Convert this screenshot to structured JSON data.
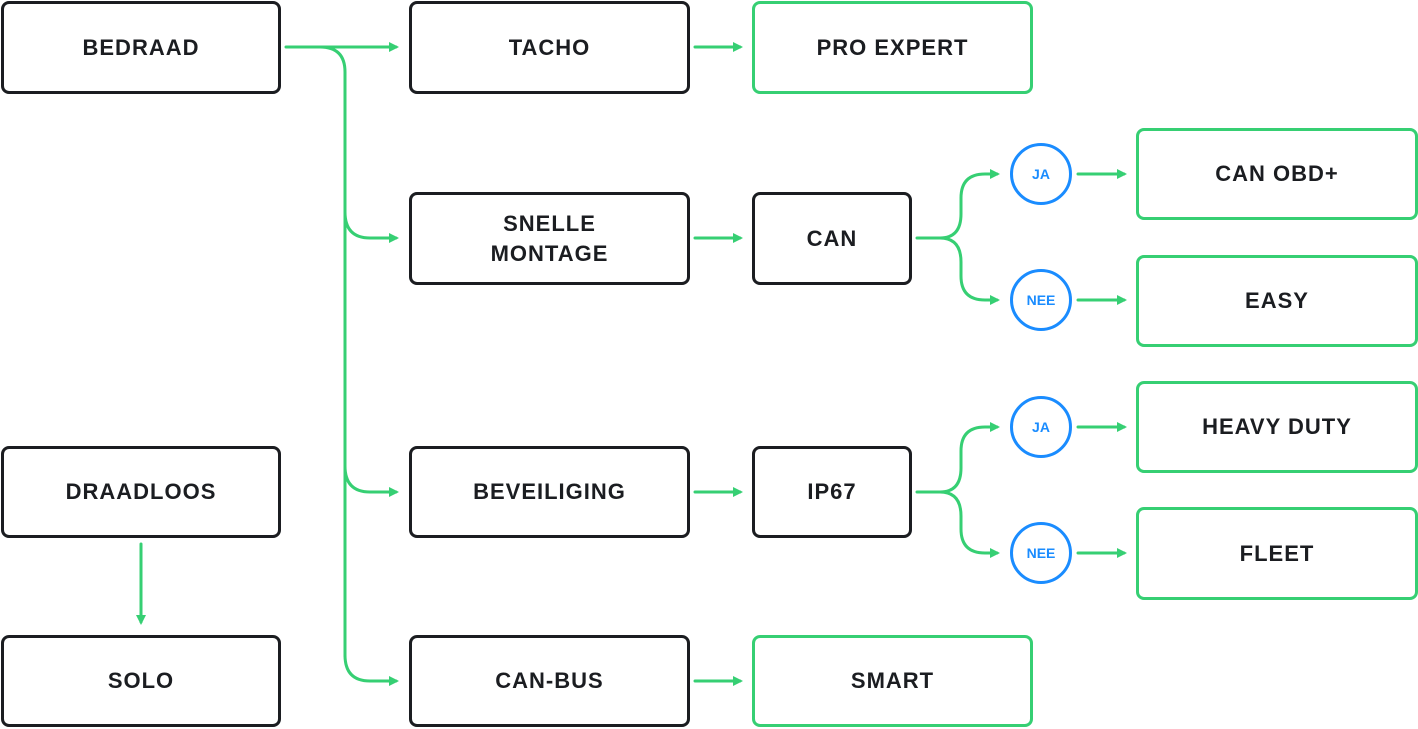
{
  "colors": {
    "connector": "#36cf73",
    "node_border": "#1b1d21",
    "result_border": "#36cf73",
    "choice": "#1a8cff",
    "text": "#1b1d21"
  },
  "nodes": {
    "bedraad": "BEDRAAD",
    "draadloos": "DRAADLOOS",
    "solo": "SOLO",
    "tacho": "TACHO",
    "snelle_montage": [
      "SNELLE",
      "MONTAGE"
    ],
    "beveiliging": "BEVEILIGING",
    "can_bus": "CAN-BUS",
    "can": "CAN",
    "ip67": "IP67",
    "pro_expert": "PRO EXPERT",
    "smart": "SMART",
    "can_obd_plus": "CAN OBD+",
    "easy": "EASY",
    "heavy_duty": "HEAVY DUTY",
    "fleet": "FLEET"
  },
  "choices": {
    "yes": "JA",
    "no": "NEE"
  },
  "edges": [
    [
      "bedraad",
      "tacho"
    ],
    [
      "bedraad",
      "snelle_montage"
    ],
    [
      "bedraad",
      "beveiliging"
    ],
    [
      "bedraad",
      "can_bus"
    ],
    [
      "tacho",
      "pro_expert"
    ],
    [
      "snelle_montage",
      "can"
    ],
    [
      "can",
      "JA",
      "can_obd_plus"
    ],
    [
      "can",
      "NEE",
      "easy"
    ],
    [
      "beveiliging",
      "ip67"
    ],
    [
      "ip67",
      "JA",
      "heavy_duty"
    ],
    [
      "ip67",
      "NEE",
      "fleet"
    ],
    [
      "can_bus",
      "smart"
    ],
    [
      "draadloos",
      "solo"
    ]
  ]
}
